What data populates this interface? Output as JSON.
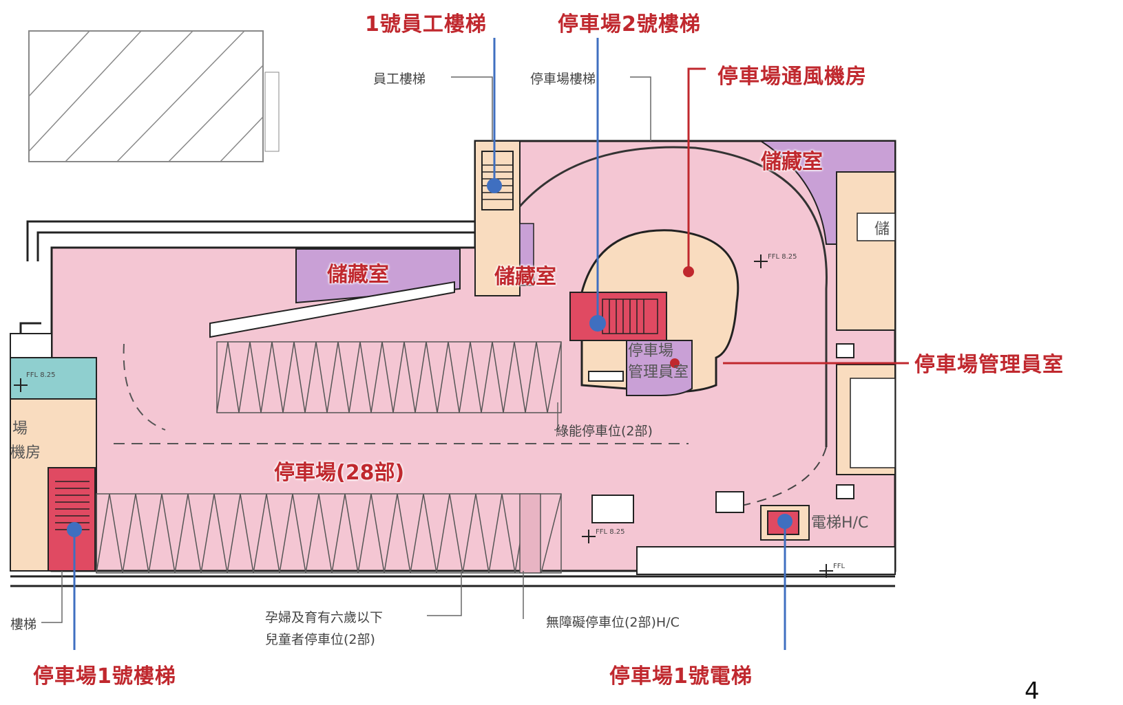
{
  "callouts": {
    "staff_stair_1": "1號員工樓梯",
    "parking_stair_2": "停車場2號樓梯",
    "ventilation_room": "停車場通風機房",
    "storage_top_right": "儲藏室",
    "storage_left": "儲藏室",
    "storage_middle": "儲藏室",
    "parking_manager_room": "停車場管理員室",
    "parking_lot": "停車場(28部)",
    "parking_stair_1": "停車場1號樓梯",
    "parking_elevator_1": "停車場1號電梯"
  },
  "plan_notes": {
    "staff_stair": "員工樓梯",
    "parking_stair": "停車場樓梯",
    "green_spaces": "綠能停車位(2部)",
    "family_spaces_line1": "孕婦及育有六歲以下",
    "family_spaces_line2": "兒童者停車位(2部)",
    "accessible_spaces": "無障礙停車位(2部)H/C",
    "stair_left": "樓梯",
    "elevator": "電梯H/C",
    "office_line1": "停車場",
    "office_line2": "管理員室",
    "left_room_line1": "場",
    "left_room_line2": "機房",
    "right_storage": "儲",
    "ffl_1": "FFL 8.25",
    "ffl_2": "FFL 8.25",
    "ffl_3": "FFL 8.25",
    "ffl_4": "FFL"
  },
  "page_number": "4",
  "colors": {
    "parking": "#f4c6d3",
    "storage": "#c9a0d6",
    "machine_room": "#f9dcbf",
    "stair_red": "#e04a62",
    "callout_red": "#c0282e",
    "leader_blue": "#3f6fc0",
    "wall": "#222222",
    "teal_room": "#8fcfcf"
  }
}
